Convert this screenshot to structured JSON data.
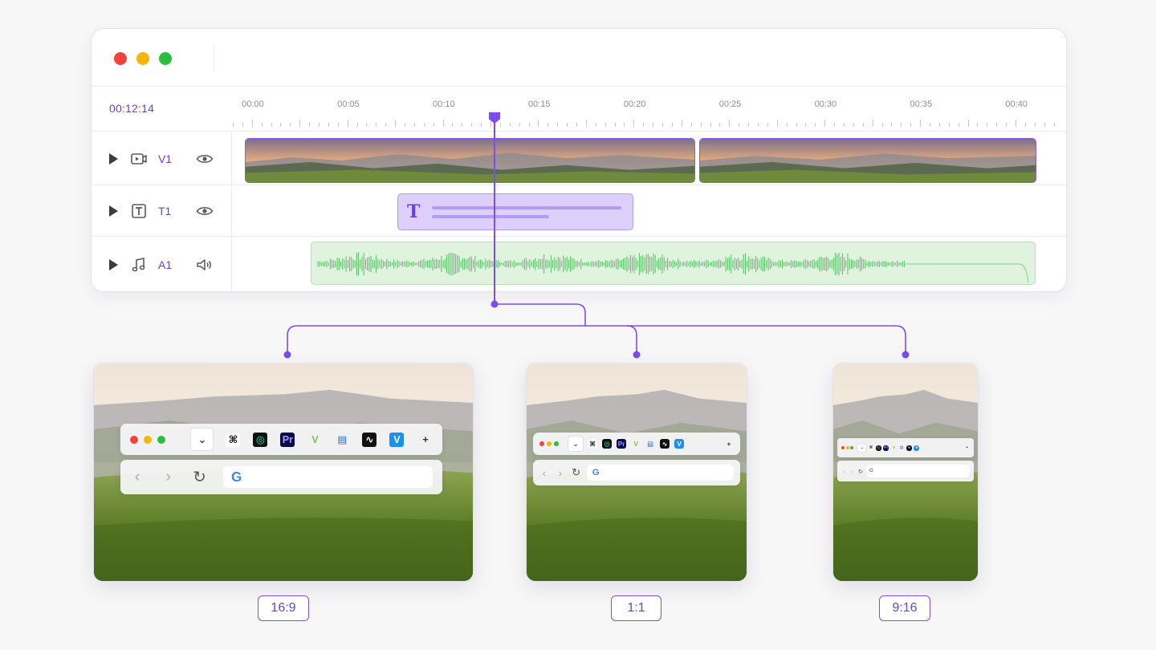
{
  "editor": {
    "timecode": "00:12:14",
    "ruler_labels": [
      "00:00",
      "00:05",
      "00:10",
      "00:15",
      "00:20",
      "00:25",
      "00:30",
      "00:35",
      "00:40"
    ],
    "tracks": [
      {
        "name": "V1",
        "type": "video"
      },
      {
        "name": "T1",
        "type": "text"
      },
      {
        "name": "A1",
        "type": "audio"
      }
    ],
    "text_clip_glyph": "T"
  },
  "previews": [
    {
      "ratio": "16:9"
    },
    {
      "ratio": "1:1"
    },
    {
      "ratio": "9:16"
    }
  ],
  "toolbar_icons": [
    "chevron-down-icon",
    "capcut-icon",
    "app-icon",
    "premiere-pro-icon",
    "vectr-icon",
    "clapper-icon",
    "waveform-app-icon",
    "vsco-icon",
    "plus-icon"
  ],
  "colors": {
    "accent": "#7c4dee",
    "accent_text": "#6b3fe0",
    "traffic_red": "#f2443c",
    "traffic_yellow": "#f6b40d",
    "traffic_green": "#2cbf3f",
    "audio_wave": "#3cb54a"
  }
}
